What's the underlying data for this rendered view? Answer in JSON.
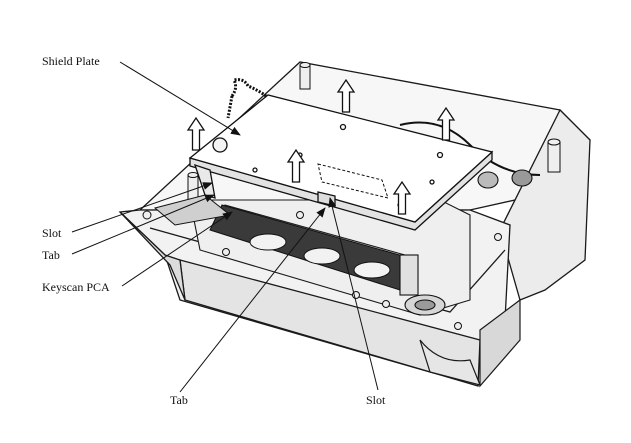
{
  "labels": {
    "shield_plate": "Shield Plate",
    "slot_left": "Slot",
    "tab_left": "Tab",
    "keyscan_pca": "Keyscan PCA",
    "tab_bottom": "Tab",
    "slot_bottom": "Slot"
  },
  "colors": {
    "line": "#1a1a1a",
    "housing_fill": "#f4f4f4",
    "housing_shade": "#dcdcdc",
    "plate_fill": "#ffffff",
    "dark_part": "#3a3a3a"
  },
  "icons": {
    "lift_arrow": "up-arrow-icon",
    "callout_arrow": "arrowhead-icon"
  }
}
